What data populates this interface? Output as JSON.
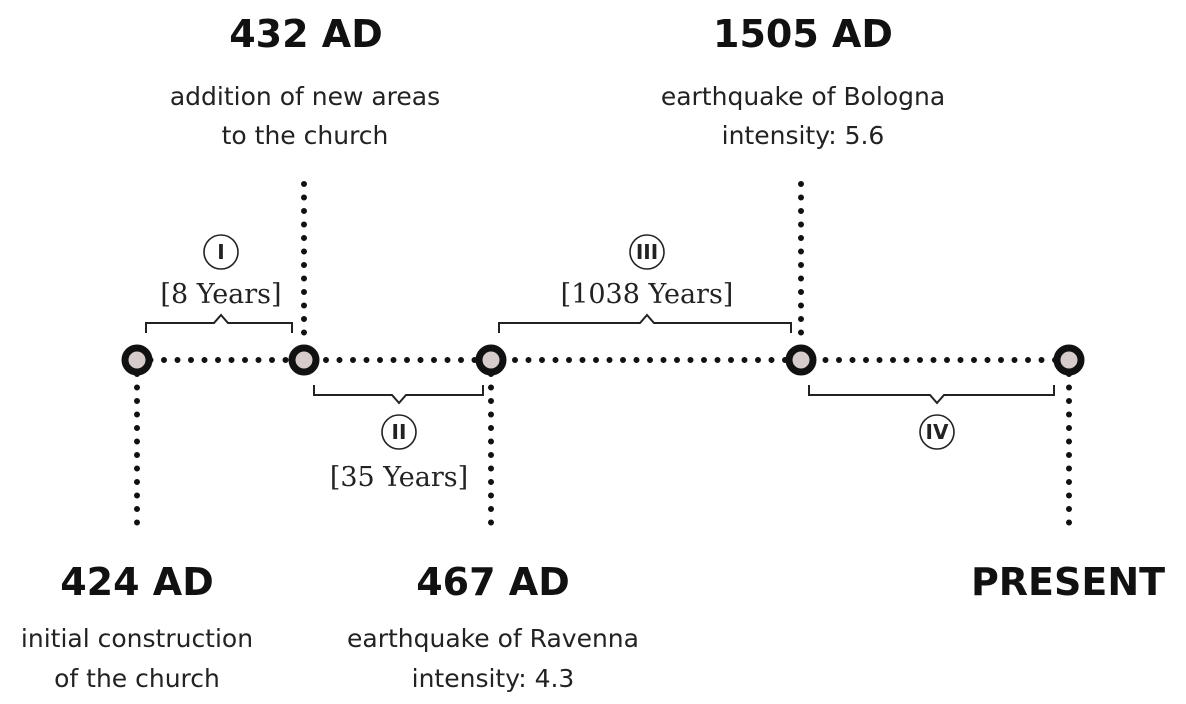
{
  "events": [
    {
      "id": "e424",
      "year": "424 AD",
      "desc": [
        "initial construction",
        "of the church"
      ]
    },
    {
      "id": "e432",
      "year": "432 AD",
      "desc": [
        "addition of new areas",
        "to the church"
      ]
    },
    {
      "id": "e467",
      "year": "467 AD",
      "desc": [
        "earthquake of Ravenna",
        "intensity: 4.3"
      ]
    },
    {
      "id": "e1505",
      "year": "1505 AD",
      "desc": [
        "earthquake of Bologna",
        "intensity: 5.6"
      ]
    },
    {
      "id": "present",
      "year": "PRESENT",
      "desc": []
    }
  ],
  "periods": [
    {
      "numeral": "I",
      "duration": "[8 Years]"
    },
    {
      "numeral": "II",
      "duration": "[35 Years]"
    },
    {
      "numeral": "III",
      "duration": "[1038 Years]"
    },
    {
      "numeral": "IV",
      "duration": ""
    }
  ],
  "colors": {
    "node_fill": "#d6cccc",
    "line": "#111111"
  }
}
